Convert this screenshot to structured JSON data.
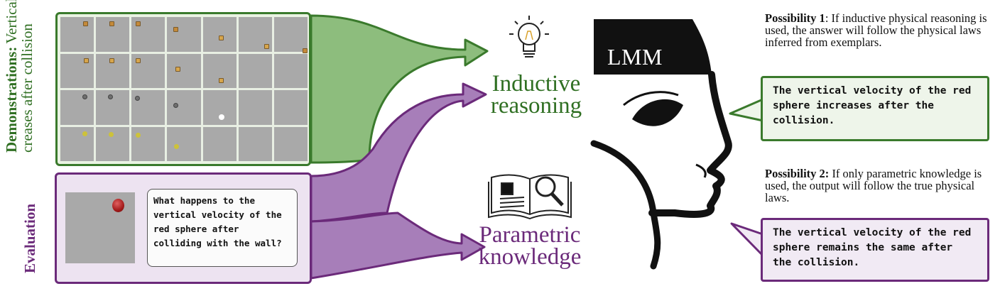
{
  "demonstrations": {
    "title": "Demonstrations:",
    "text_line1": "Vertical velocity in-",
    "text_line2": "creases after collision"
  },
  "evaluation": {
    "label": "Evaluation",
    "question": "What happens to the vertical velocity of the red sphere after colliding with the wall?"
  },
  "center": {
    "inductive_line1": "Inductive",
    "inductive_line2": "reasoning",
    "parametric_line1": "Parametric",
    "parametric_line2": "knowledge"
  },
  "model": {
    "label": "LMM"
  },
  "possibility1": {
    "heading": "Possibility 1",
    "text": ": If inductive physical reasoning is used, the answer will follow the physical laws inferred from exemplars.",
    "answer": "The vertical velocity of the red sphere increases after the collision."
  },
  "possibility2": {
    "heading": "Possibility 2:",
    "text": " If only parametric knowledge is used, the output will follow the true physical laws.",
    "answer": "The vertical velocity of the red sphere remains the same after the collision."
  },
  "colors": {
    "green": "#3a7a2c",
    "green_fill": "#8dbd7d",
    "purple": "#6b2a7a",
    "purple_fill": "#a77eb9"
  },
  "icons": [
    "lightbulb-icon",
    "book-magnifier-icon",
    "head-silhouette-icon"
  ]
}
